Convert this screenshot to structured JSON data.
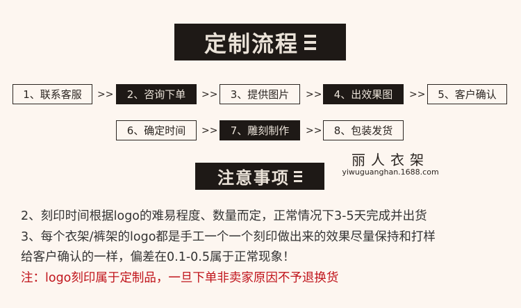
{
  "section1": {
    "title": "定制流程",
    "icon": "menu-icon"
  },
  "steps_row1": [
    {
      "label": "1、联系客服",
      "style": "outline"
    },
    {
      "label": "2、咨询下单",
      "style": "dark"
    },
    {
      "label": "3、提供图片",
      "style": "outline"
    },
    {
      "label": "4、出效果图",
      "style": "dark"
    },
    {
      "label": "5、客户确认",
      "style": "outline"
    }
  ],
  "steps_row2": [
    {
      "label": "6、确定时间",
      "style": "outline"
    },
    {
      "label": "7、雕刻制作",
      "style": "dark"
    },
    {
      "label": "8、包装发货",
      "style": "outline"
    }
  ],
  "arrow": ">>",
  "brand": {
    "name": "丽人衣架",
    "url": "yiwuguanghan.1688.com"
  },
  "section2": {
    "title": "注意事项",
    "icon": "menu-icon"
  },
  "notes": [
    "2、刻印时间根据logo的难易程度、数量而定，正常情况下3-5天完成并出货",
    "3、每个衣架/裤架的logo都是手工一个一个刻印做出来的效果尽量保持和打样",
    "给客户确认的一样，偏差在0.1-0.5属于正常现象！"
  ],
  "warning": "注：logo刻印属于定制品，一旦下单非卖家原因不予退换货",
  "colors": {
    "background": "#fdf6f0",
    "dark": "#1e1916",
    "light_text": "#eae2d8",
    "warning": "#c0141b"
  }
}
